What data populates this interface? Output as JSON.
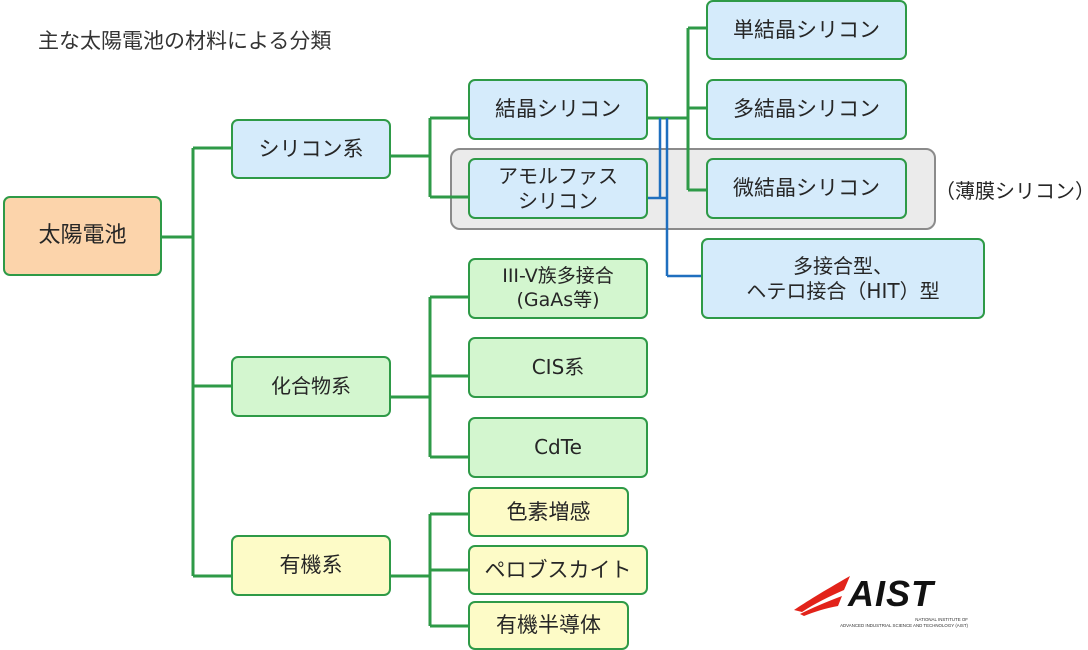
{
  "title": "主な太陽電池の材料による分類",
  "root": "太陽電池",
  "categories": {
    "silicon": "シリコン系",
    "compound": "化合物系",
    "organic": "有機系"
  },
  "silicon_types": {
    "crystalline": "結晶シリコン",
    "amorphous": "アモルファス\nシリコン"
  },
  "crystalline_types": {
    "mono": "単結晶シリコン",
    "poly": "多結晶シリコン",
    "micro": "微結晶シリコン"
  },
  "thin_film_label": "（薄膜シリコン）",
  "multi_junction": "多接合型、\nヘテロ接合（HIT）型",
  "compound_types": {
    "iii_v": "III-V族多接合\n(GaAs等)",
    "cis": "CIS系",
    "cdte": "CdTe"
  },
  "organic_types": {
    "dye": "色素増感",
    "perovskite": "ペロブスカイト",
    "semiconductor": "有機半導体"
  },
  "logo": {
    "name": "AIST",
    "subtitle": "NATIONAL INSTITUTE OF\nADVANCED INDUSTRIAL SCIENCE AND TECHNOLOGY (AIST)"
  },
  "colors": {
    "connector_green": "#2e9a47",
    "connector_blue": "#1f6fbf",
    "silicon_fill": "#d5ebfb",
    "compound_fill": "#d3f6cf",
    "organic_fill": "#fdfbc7",
    "root_fill": "#fcd4ab",
    "logo_red": "#e2231a"
  }
}
